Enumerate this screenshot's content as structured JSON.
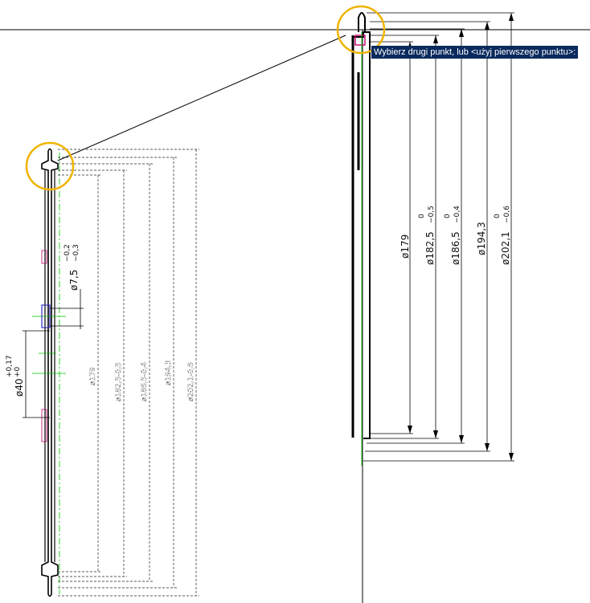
{
  "tooltip": {
    "text": "Wybierz drugi punkt, lub <użyj pierwszego punktu>:"
  },
  "right_view": {
    "dimensions": [
      {
        "label": "ø179",
        "tol_upper": "",
        "tol_lower": ""
      },
      {
        "label": "ø182,5",
        "tol_upper": "0",
        "tol_lower": "−0,5"
      },
      {
        "label": "ø186,5",
        "tol_upper": "0",
        "tol_lower": "−0,4"
      },
      {
        "label": "ø194,3",
        "tol_upper": "",
        "tol_lower": ""
      },
      {
        "label": "ø202,1",
        "tol_upper": "0",
        "tol_lower": "−0,6"
      }
    ]
  },
  "left_view": {
    "dim_hole": {
      "label": "ø7,5",
      "tol_upper": "−0,2",
      "tol_lower": "−0,3"
    },
    "dim_bore": {
      "label": "ø40",
      "tol_upper": "+0,17",
      "tol_lower": "+0"
    }
  },
  "colors": {
    "highlight_circle": "#f0b400",
    "tooltip_bg": "#0a2a5e",
    "center_line": "#00c000",
    "hatch": "#c0006a",
    "section": "#3030c0"
  }
}
